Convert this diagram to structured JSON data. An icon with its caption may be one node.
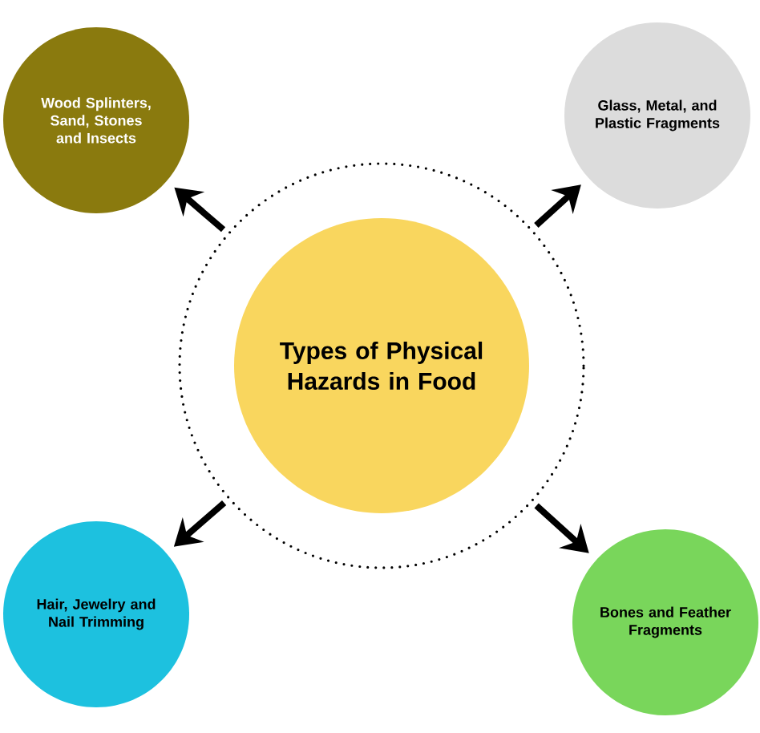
{
  "diagram": {
    "nodes": [
      {
        "text": [
          "Types of Physical Hazards in Food"
        ]
      },
      {
        "text": [
          "Wood Splinters, Sand, Stones and Insects"
        ]
      },
      {
        "text": [
          "Glass, Metal, and Plastic Fragments"
        ]
      },
      {
        "text": [
          "Hair, Jewelry and Nail Trimming"
        ]
      },
      {
        "text": [
          "Bones and Feather Fragments"
        ]
      }
    ],
    "edges": [
      {
        "from": 0,
        "to": 1,
        "arrow": "to"
      },
      {
        "from": 0,
        "to": 2,
        "arrow": "to"
      },
      {
        "from": 0,
        "to": 3,
        "arrow": "to"
      },
      {
        "from": 0,
        "to": 4,
        "arrow": "to"
      }
    ]
  }
}
